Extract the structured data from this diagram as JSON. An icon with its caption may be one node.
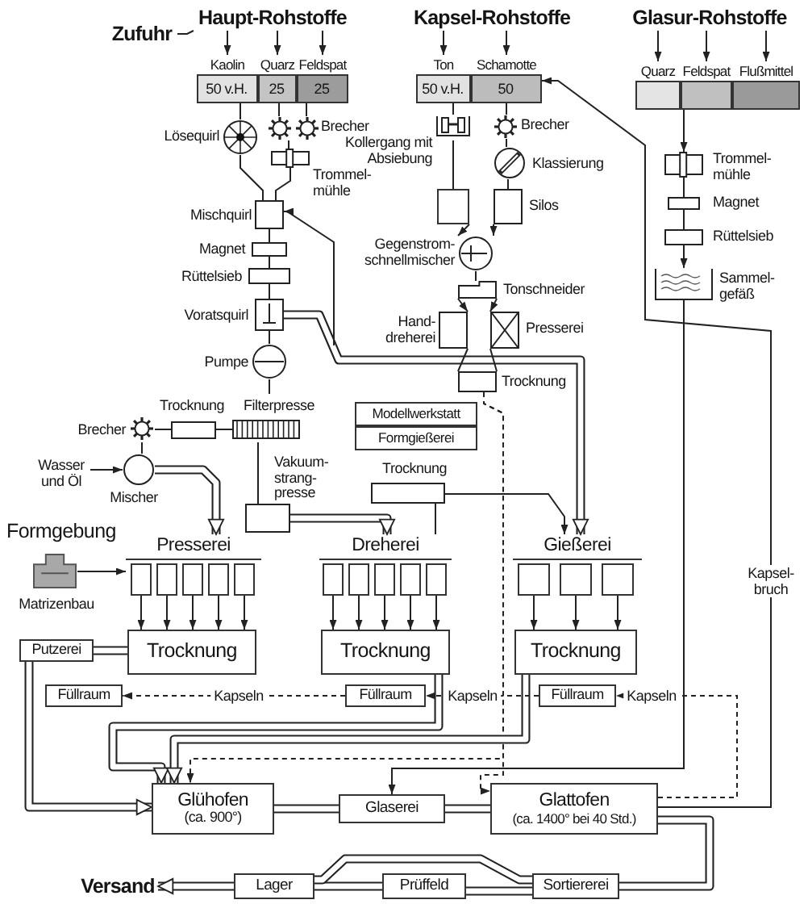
{
  "diagram": {
    "nodes": [
      {
        "text": [
          "Zufuhr"
        ]
      },
      {
        "text": [
          "Haupt-Rohstoffe"
        ]
      },
      {
        "text": [
          "Kapsel-Rohstoffe"
        ]
      },
      {
        "text": [
          "Glasur-Rohstoffe"
        ]
      },
      {
        "text": [
          "Kaolin",
          "50 v.H."
        ]
      },
      {
        "text": [
          "Quarz",
          "25"
        ]
      },
      {
        "text": [
          "Feldspat",
          "25"
        ]
      },
      {
        "text": [
          "Ton",
          "50 v.H."
        ]
      },
      {
        "text": [
          "Schamotte",
          "50"
        ]
      },
      {
        "text": [
          "Quarz"
        ]
      },
      {
        "text": [
          "Feldspat"
        ]
      },
      {
        "text": [
          "Flußmittel"
        ]
      },
      {
        "text": [
          "Lösequirl"
        ]
      },
      {
        "text": [
          "Brecher"
        ]
      },
      {
        "text": [
          "Trommel-mühle"
        ]
      },
      {
        "text": [
          "Mischquirl"
        ]
      },
      {
        "text": [
          "Magnet"
        ]
      },
      {
        "text": [
          "Rüttelsieb"
        ]
      },
      {
        "text": [
          "Voratsquirl"
        ]
      },
      {
        "text": [
          "Pumpe"
        ]
      },
      {
        "text": [
          "Brecher"
        ]
      },
      {
        "text": [
          "Trocknung"
        ]
      },
      {
        "text": [
          "Filterpresse"
        ]
      },
      {
        "text": [
          "Wasser und Öl"
        ]
      },
      {
        "text": [
          "Mischer"
        ]
      },
      {
        "text": [
          "Vakuum-strang-presse"
        ]
      },
      {
        "text": [
          "Kollergang mit Absiebung"
        ]
      },
      {
        "text": [
          "Brecher"
        ]
      },
      {
        "text": [
          "Klassierung"
        ]
      },
      {
        "text": [],
        "shape": "box"
      },
      {
        "text": [
          "Silos"
        ]
      },
      {
        "text": [
          "Gegenstrom-schnellmischer"
        ]
      },
      {
        "text": [
          "Tonschneider"
        ]
      },
      {
        "text": [
          "Hand-dreherei"
        ]
      },
      {
        "text": [
          "Presserei"
        ]
      },
      {
        "text": [
          "Trocknung"
        ]
      },
      {
        "text": [
          "Modellwerkstatt"
        ]
      },
      {
        "text": [
          "Formgießerei"
        ]
      },
      {
        "text": [
          "Trocknung"
        ]
      },
      {
        "text": [
          "Trommel-mühle"
        ]
      },
      {
        "text": [
          "Magnet"
        ]
      },
      {
        "text": [
          "Rüttelsieb"
        ]
      },
      {
        "text": [
          "Sammel-gefäß"
        ]
      },
      {
        "text": [
          "Matrizenbau"
        ]
      },
      {
        "text": [
          "Presserei"
        ]
      },
      {
        "text": [],
        "shape": "box",
        "in": 44
      },
      {
        "text": [],
        "shape": "box",
        "in": 44
      },
      {
        "text": [],
        "shape": "box",
        "in": 44
      },
      {
        "text": [],
        "shape": "box",
        "in": 44
      },
      {
        "text": [],
        "shape": "box",
        "in": 44
      },
      {
        "text": [
          "Dreherei"
        ]
      },
      {
        "text": [],
        "shape": "box",
        "in": 50
      },
      {
        "text": [],
        "shape": "box",
        "in": 50
      },
      {
        "text": [],
        "shape": "box",
        "in": 50
      },
      {
        "text": [],
        "shape": "box",
        "in": 50
      },
      {
        "text": [],
        "shape": "box",
        "in": 50
      },
      {
        "text": [
          "Gießerei"
        ]
      },
      {
        "text": [],
        "shape": "box",
        "in": 56
      },
      {
        "text": [],
        "shape": "box",
        "in": 56
      },
      {
        "text": [],
        "shape": "box",
        "in": 56
      },
      {
        "text": [
          "Trocknung"
        ]
      },
      {
        "text": [
          "Trocknung"
        ]
      },
      {
        "text": [
          "Trocknung"
        ]
      },
      {
        "text": [
          "Putzerei"
        ]
      },
      {
        "text": [
          "Füllraum"
        ]
      },
      {
        "text": [
          "Füllraum"
        ]
      },
      {
        "text": [
          "Füllraum"
        ]
      },
      {
        "text": [
          "Glühofen",
          "(ca. 900°)"
        ]
      },
      {
        "text": [
          "Glaserei"
        ]
      },
      {
        "text": [
          "Glattofen",
          "(ca. 1400° bei 40 Std.)"
        ]
      },
      {
        "text": [
          "Versand"
        ]
      },
      {
        "text": [
          "Lager"
        ]
      },
      {
        "text": [
          "Prüffeld"
        ]
      },
      {
        "text": [
          "Sortiererei"
        ]
      }
    ],
    "edges": [
      {
        "from": 0,
        "to": 1,
        "arrow": "none"
      },
      {
        "from": 1,
        "to": 4,
        "arrow": "to"
      },
      {
        "from": 1,
        "to": 5,
        "arrow": "to"
      },
      {
        "from": 1,
        "to": 6,
        "arrow": "to"
      },
      {
        "from": 2,
        "to": 7,
        "arrow": "to"
      },
      {
        "from": 2,
        "to": 8,
        "arrow": "to"
      },
      {
        "from": 3,
        "to": 9,
        "arrow": "to"
      },
      {
        "from": 3,
        "to": 10,
        "arrow": "to"
      },
      {
        "from": 3,
        "to": 11,
        "arrow": "to"
      },
      {
        "from": 4,
        "to": 12,
        "arrow": "none"
      },
      {
        "from": 5,
        "to": 13,
        "arrow": "none"
      },
      {
        "from": 6,
        "to": 13,
        "arrow": "none"
      },
      {
        "from": 13,
        "to": 14,
        "arrow": "none"
      },
      {
        "from": 12,
        "to": 15,
        "arrow": "none"
      },
      {
        "from": 14,
        "to": 15,
        "arrow": "none"
      },
      {
        "from": 15,
        "to": 16,
        "arrow": "none"
      },
      {
        "from": 16,
        "to": 17,
        "arrow": "none"
      },
      {
        "from": 17,
        "to": 18,
        "arrow": "none"
      },
      {
        "from": 18,
        "to": 19,
        "arrow": "none"
      },
      {
        "from": 18,
        "to": 56,
        "arrow": "to",
        "style": "thick"
      },
      {
        "from": 19,
        "to": 22,
        "arrow": "none"
      },
      {
        "from": 22,
        "to": 21,
        "arrow": "none"
      },
      {
        "from": 21,
        "to": 20,
        "arrow": "none"
      },
      {
        "from": 20,
        "to": 24,
        "arrow": "none"
      },
      {
        "from": 23,
        "to": 24,
        "arrow": "to"
      },
      {
        "from": 24,
        "to": 44,
        "arrow": "to",
        "style": "thick"
      },
      {
        "from": 22,
        "to": 25,
        "arrow": "none"
      },
      {
        "from": 25,
        "to": 50,
        "arrow": "to",
        "style": "thick"
      },
      {
        "from": 7,
        "to": 26,
        "arrow": "none"
      },
      {
        "from": 26,
        "to": 29,
        "arrow": "none"
      },
      {
        "from": 8,
        "to": 27,
        "arrow": "none"
      },
      {
        "from": 27,
        "to": 28,
        "arrow": "none"
      },
      {
        "from": 28,
        "to": 30,
        "arrow": "none"
      },
      {
        "from": 29,
        "to": 31,
        "arrow": "to"
      },
      {
        "from": 30,
        "to": 31,
        "arrow": "to"
      },
      {
        "from": 31,
        "to": 32,
        "arrow": "none"
      },
      {
        "from": 32,
        "to": 33,
        "arrow": "to"
      },
      {
        "from": 32,
        "to": 34,
        "arrow": "to"
      },
      {
        "from": 33,
        "to": 35,
        "arrow": "none"
      },
      {
        "from": 34,
        "to": 35,
        "arrow": "none"
      },
      {
        "from": 35,
        "to": 67,
        "arrow": "to",
        "style": "dashed"
      },
      {
        "from": 35,
        "to": 69,
        "arrow": "to",
        "style": "dashed"
      },
      {
        "from": 38,
        "to": 50,
        "arrow": "none"
      },
      {
        "from": 38,
        "to": 56,
        "arrow": "to"
      },
      {
        "from": 10,
        "to": 39,
        "arrow": "to"
      },
      {
        "from": 39,
        "to": 40,
        "arrow": "none"
      },
      {
        "from": 40,
        "to": 41,
        "arrow": "none"
      },
      {
        "from": 41,
        "to": 42,
        "arrow": "to"
      },
      {
        "from": 42,
        "to": 68,
        "arrow": "to"
      },
      {
        "from": null,
        "to": 15,
        "arrow": "to"
      },
      {
        "from": 43,
        "to": 44,
        "arrow": "to"
      },
      {
        "from": 45,
        "to": 60,
        "arrow": "to"
      },
      {
        "from": 46,
        "to": 60,
        "arrow": "to"
      },
      {
        "from": 47,
        "to": 60,
        "arrow": "to"
      },
      {
        "from": 48,
        "to": 60,
        "arrow": "to"
      },
      {
        "from": 49,
        "to": 60,
        "arrow": "to"
      },
      {
        "from": 51,
        "to": 61,
        "arrow": "to"
      },
      {
        "from": 52,
        "to": 61,
        "arrow": "to"
      },
      {
        "from": 53,
        "to": 61,
        "arrow": "to"
      },
      {
        "from": 54,
        "to": 61,
        "arrow": "to"
      },
      {
        "from": 55,
        "to": 61,
        "arrow": "to"
      },
      {
        "from": 57,
        "to": 62,
        "arrow": "to"
      },
      {
        "from": 58,
        "to": 62,
        "arrow": "to"
      },
      {
        "from": 59,
        "to": 62,
        "arrow": "to"
      },
      {
        "from": 60,
        "to": 63,
        "arrow": "none",
        "style": "thick"
      },
      {
        "from": 63,
        "to": 67,
        "arrow": "to",
        "style": "thick"
      },
      {
        "from": 61,
        "to": 67,
        "arrow": "to",
        "style": "thick"
      },
      {
        "from": 62,
        "to": 67,
        "arrow": "to",
        "style": "thick"
      },
      {
        "from": 65,
        "to": 64,
        "arrow": "to",
        "style": "dashed",
        "label": "Kapseln"
      },
      {
        "from": 66,
        "to": 65,
        "arrow": "to",
        "style": "dashed",
        "label": "Kapseln"
      },
      {
        "from": 69,
        "to": 66,
        "arrow": "to",
        "style": "dashed",
        "label": "Kapseln"
      },
      {
        "from": 67,
        "to": 68,
        "arrow": "none",
        "style": "thick"
      },
      {
        "from": 68,
        "to": 69,
        "arrow": "none",
        "style": "thick"
      },
      {
        "from": 69,
        "to": 73,
        "arrow": "none",
        "style": "thick"
      },
      {
        "from": 73,
        "to": 72,
        "arrow": "none",
        "style": "thick"
      },
      {
        "from": 72,
        "to": 71,
        "arrow": "none",
        "style": "thick"
      },
      {
        "from": 71,
        "to": 70,
        "arrow": "to",
        "style": "thick"
      },
      {
        "from": 73,
        "to": 71,
        "arrow": "none",
        "style": "thick"
      },
      {
        "from": 69,
        "to": 8,
        "arrow": "to",
        "label": "Kapsel-bruch"
      }
    ],
    "labels": [
      "Formgebung"
    ]
  }
}
